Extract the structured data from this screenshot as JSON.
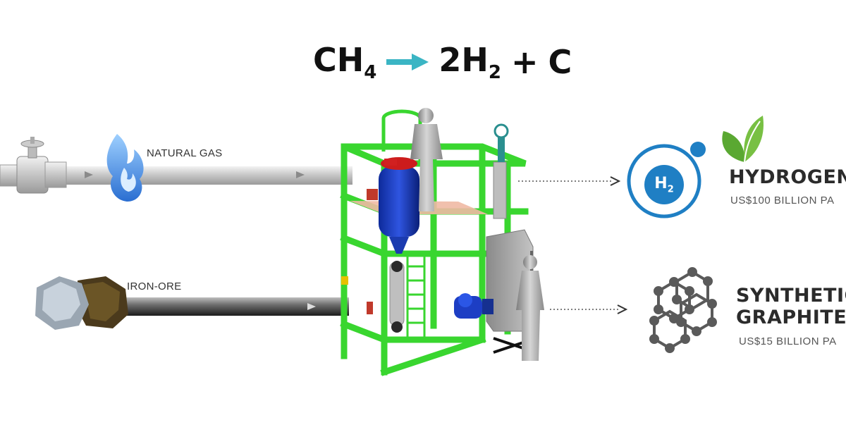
{
  "equation": {
    "reactant": "CH",
    "reactant_sub": "4",
    "product_h2_coef": "2H",
    "product_h2_sub": "2",
    "plus": "+",
    "carbon": "C",
    "arrow_color": "#3bb5c4"
  },
  "inputs": [
    {
      "label": "NATURAL GAS",
      "icon": "flame-icon"
    },
    {
      "label": "IRON-ORE",
      "icon": "ore-rock-icon"
    }
  ],
  "outputs": [
    {
      "title": "HYDROGEN",
      "badge": "H",
      "badge_sub": "2",
      "value": "US$100 BILLION PA",
      "icon": "hydrogen-molecule-icon"
    },
    {
      "title_line1": "SYNTHETIC",
      "title_line2": "GRAPHITE",
      "value": "US$15 BILLION PA",
      "icon": "graphite-lattice-icon"
    }
  ],
  "colors": {
    "frame": "#39d62f",
    "hydrogen_blue": "#1f7fc4",
    "leaf_green": "#5aa832",
    "graphite_gray": "#5a5a5a",
    "flame_blue": "#3a7fd9"
  }
}
